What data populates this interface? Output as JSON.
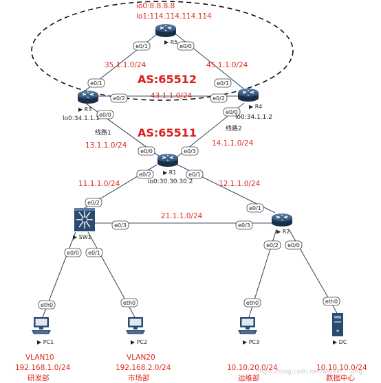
{
  "as": {
    "upper": "AS:65512",
    "lower": "AS:65511"
  },
  "r5": {
    "name": "R5",
    "lo0": "lo0:8.8.8.8",
    "lo1": "lo1:114.114.114.114",
    "if_left": "e0/1",
    "if_right": "e0/0"
  },
  "r3": {
    "name": "R3",
    "lo": "lo0:34.1.1.1",
    "if_up": "e0/1",
    "if_right": "e0/2",
    "if_down": "e0/0"
  },
  "r4": {
    "name": "R4",
    "lo": "lo0:34.1.1.2",
    "if_up": "e0/1",
    "if_left": "e0/2",
    "if_down": "e0/0"
  },
  "r1": {
    "name": "R1",
    "lo": "lo0:30.30.30.2",
    "if_upleft": "e0/0",
    "if_upright": "e0/3",
    "if_left": "e0/2",
    "if_right": "e0/1"
  },
  "r2": {
    "name": "R2",
    "if_up": "e0/1",
    "if_left": "e0/3",
    "if_down_left": "e0/2",
    "if_down_right": "e0/0"
  },
  "sw1": {
    "name": "SW1",
    "if_up": "e0/2",
    "if_right": "e0/3",
    "if_down_left": "e0/0",
    "if_down_right": "e0/1"
  },
  "subnets": {
    "r5_r3": "35.1.1.0/24",
    "r5_r4": "45.1.1.0/24",
    "r3_r4": "43.1.1.0/24",
    "r3_r1": "13.1.1.0/24",
    "r4_r1": "14.1.1.0/24",
    "r1_sw1": "11.1.1.0/24",
    "r1_r2": "12.1.1.0/24",
    "sw1_r2": "21.1.1.0/24"
  },
  "paths": {
    "line1": "线路1",
    "line2": "线路2"
  },
  "hosts": {
    "pc1": {
      "name": "PC1",
      "if": "eth0",
      "vlan": "VLAN10",
      "net": "192.168.1.0/24",
      "dept": "研发部"
    },
    "pc2": {
      "name": "PC2",
      "if": "eth0",
      "vlan": "VLAN20",
      "net": "192.168.2.0/24",
      "dept": "市场部"
    },
    "pc3": {
      "name": "PC3",
      "if": "eth0",
      "net": "10.10.20.0/24",
      "dept": "运维部"
    },
    "dc": {
      "name": "DC",
      "if": "eth0",
      "net": "10.10.10.0/24",
      "dept": "数据中心"
    }
  },
  "watermark": "https://blog.csdn.net/weixin_...ong",
  "colors": {
    "router_body": "#2b4a6f",
    "link": "#3a4e63",
    "label_red": "#e0281e"
  }
}
